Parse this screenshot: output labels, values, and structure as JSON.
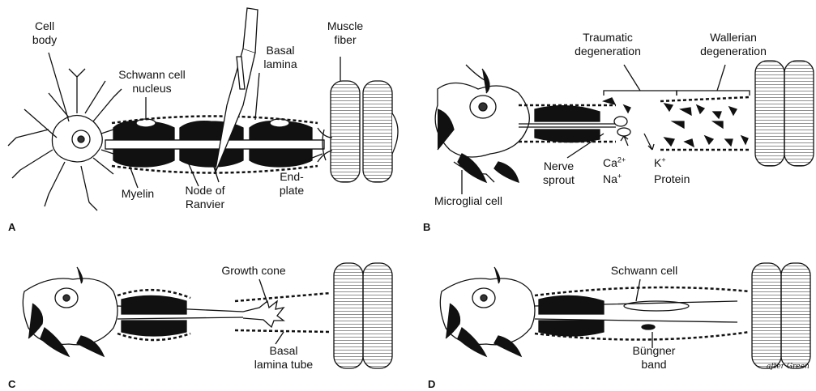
{
  "panel_letters": {
    "a": "A",
    "b": "B",
    "c": "C",
    "d": "D"
  },
  "panel_a": {
    "cell_body": [
      "Cell",
      "body"
    ],
    "schwann_nucleus": [
      "Schwann cell",
      "nucleus"
    ],
    "basal_lamina": [
      "Basal",
      "lamina"
    ],
    "muscle_fiber": [
      "Muscle",
      "fiber"
    ],
    "myelin": "Myelin",
    "node_of_ranvier": [
      "Node of",
      "Ranvier"
    ],
    "end_plate": [
      "End-",
      "plate"
    ]
  },
  "panel_b": {
    "traumatic": [
      "Traumatic",
      "degeneration"
    ],
    "wallerian": [
      "Wallerian",
      "degeneration"
    ],
    "nerve_sprout": [
      "Nerve",
      "sprout"
    ],
    "microglial_cell": "Microglial cell",
    "ion_ca": {
      "base": "Ca",
      "sup": "2+"
    },
    "ion_na": {
      "base": "Na",
      "sup": "+"
    },
    "ion_k": {
      "base": "K",
      "sup": "+"
    },
    "protein": "Protein"
  },
  "panel_c": {
    "growth_cone": "Growth cone",
    "basal_lamina_tube": [
      "Basal",
      "lamina tube"
    ]
  },
  "panel_d": {
    "schwann_cell": "Schwann cell",
    "bungner_band": [
      "Büngner",
      "band"
    ],
    "credit": "after Green"
  },
  "colors": {
    "ink": "#111111",
    "paper": "#ffffff"
  }
}
